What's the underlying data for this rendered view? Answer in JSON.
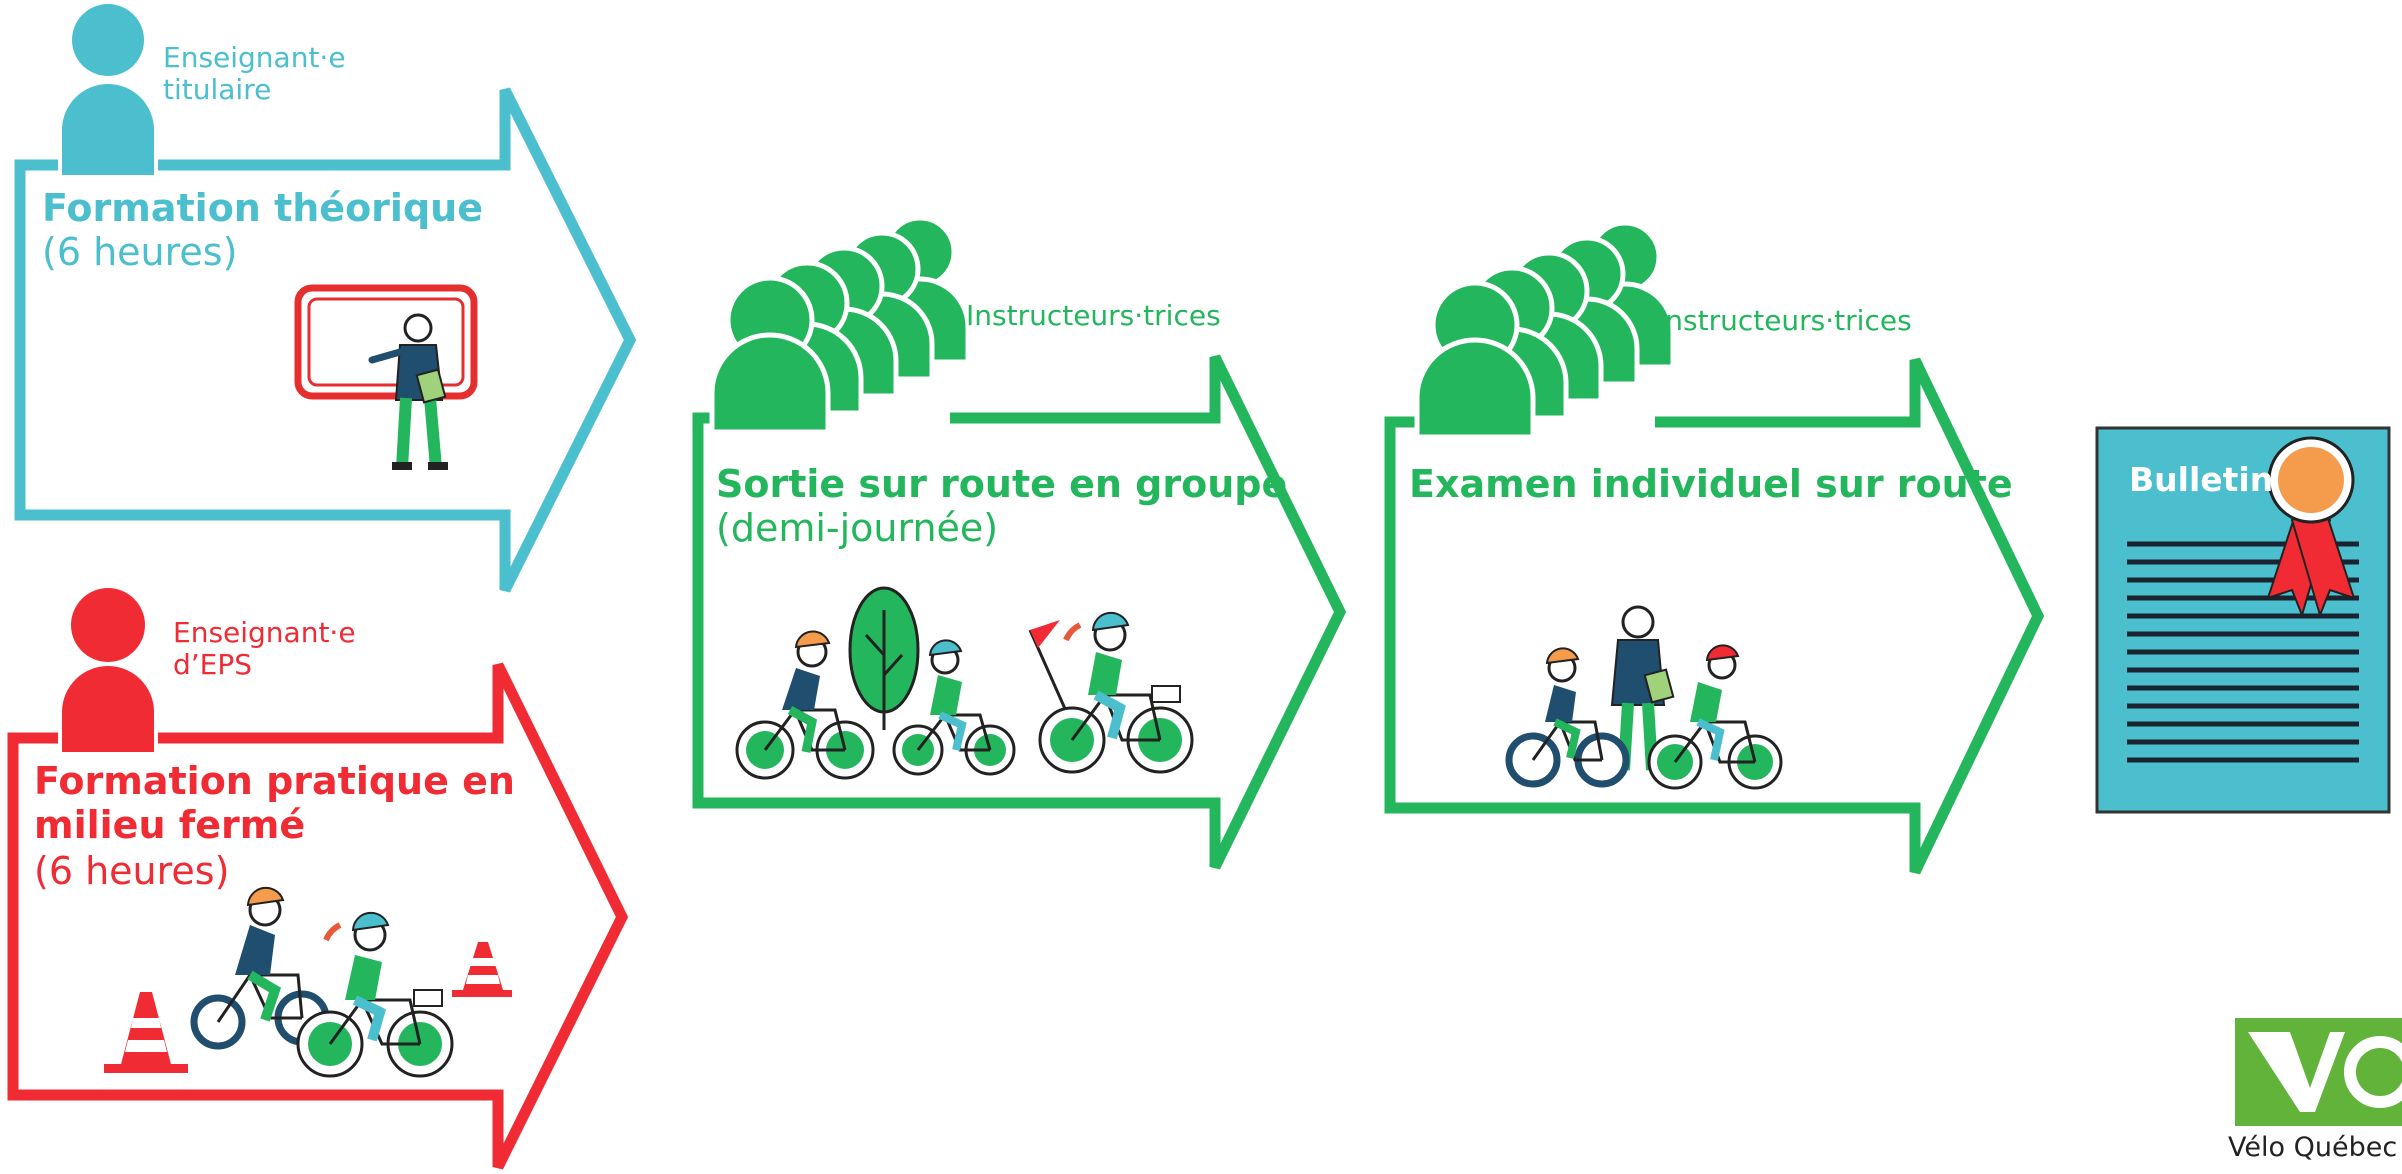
{
  "steps": {
    "theory": {
      "role": "Enseignant·e titulaire",
      "role_lines": [
        "Enseignant·e",
        "titulaire"
      ],
      "title": "Formation théorique",
      "subtitle": "(6 heures)",
      "color": "#4bbfce"
    },
    "practice": {
      "role_lines": [
        "Enseignant·e",
        "d’EPS"
      ],
      "title_lines": [
        "Formation pratique en",
        "milieu fermé"
      ],
      "subtitle": "(6 heures)",
      "color": "#f02b33"
    },
    "group_ride": {
      "role": "Instructeurs·trices",
      "title": "Sortie sur route en groupe",
      "subtitle": "(demi-journée)",
      "color": "#24b65c"
    },
    "exam": {
      "role": "Instructeurs·trices",
      "title": "Examen individuel sur route",
      "color": "#24b65c"
    }
  },
  "certificate": {
    "label": "Bulletin",
    "color": "#4bbfce",
    "ribbon_color": "#f02b33",
    "medal_color": "#f59b4c"
  },
  "logo": {
    "mark": "VQ",
    "text": "Vélo Québec",
    "color": "#61b33a"
  },
  "icons": [
    "person-icon",
    "group-of-people-icon",
    "cyclist-icon",
    "traffic-cone-icon",
    "tree-icon",
    "flag-icon",
    "whiteboard-teacher-icon",
    "certificate-icon",
    "ribbon-medal-icon"
  ]
}
